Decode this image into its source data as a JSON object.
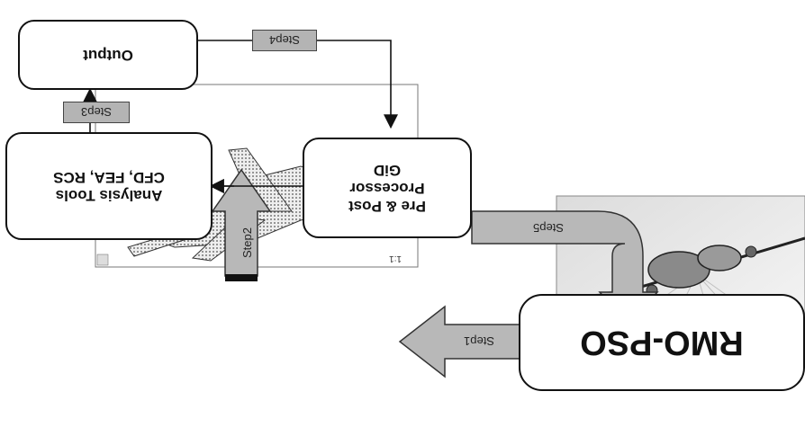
{
  "boxes": {
    "rmo_pso": "RMO-PSO",
    "pre_post": "Pre & Post\nProcessor\nGiD",
    "analysis": "Analysis Tools\nCFD, FEA, RCS",
    "output": "Output"
  },
  "steps": {
    "step1": "Step1",
    "step2": "Step2",
    "step3": "Step3",
    "step4": "Step4",
    "step5": "Step5"
  },
  "images": {
    "aircraft_model_corner_mark": "1:1"
  },
  "colors": {
    "arrow_fill": "#b8b8b8",
    "arrow_stroke": "#333333",
    "box_border": "#111111"
  }
}
